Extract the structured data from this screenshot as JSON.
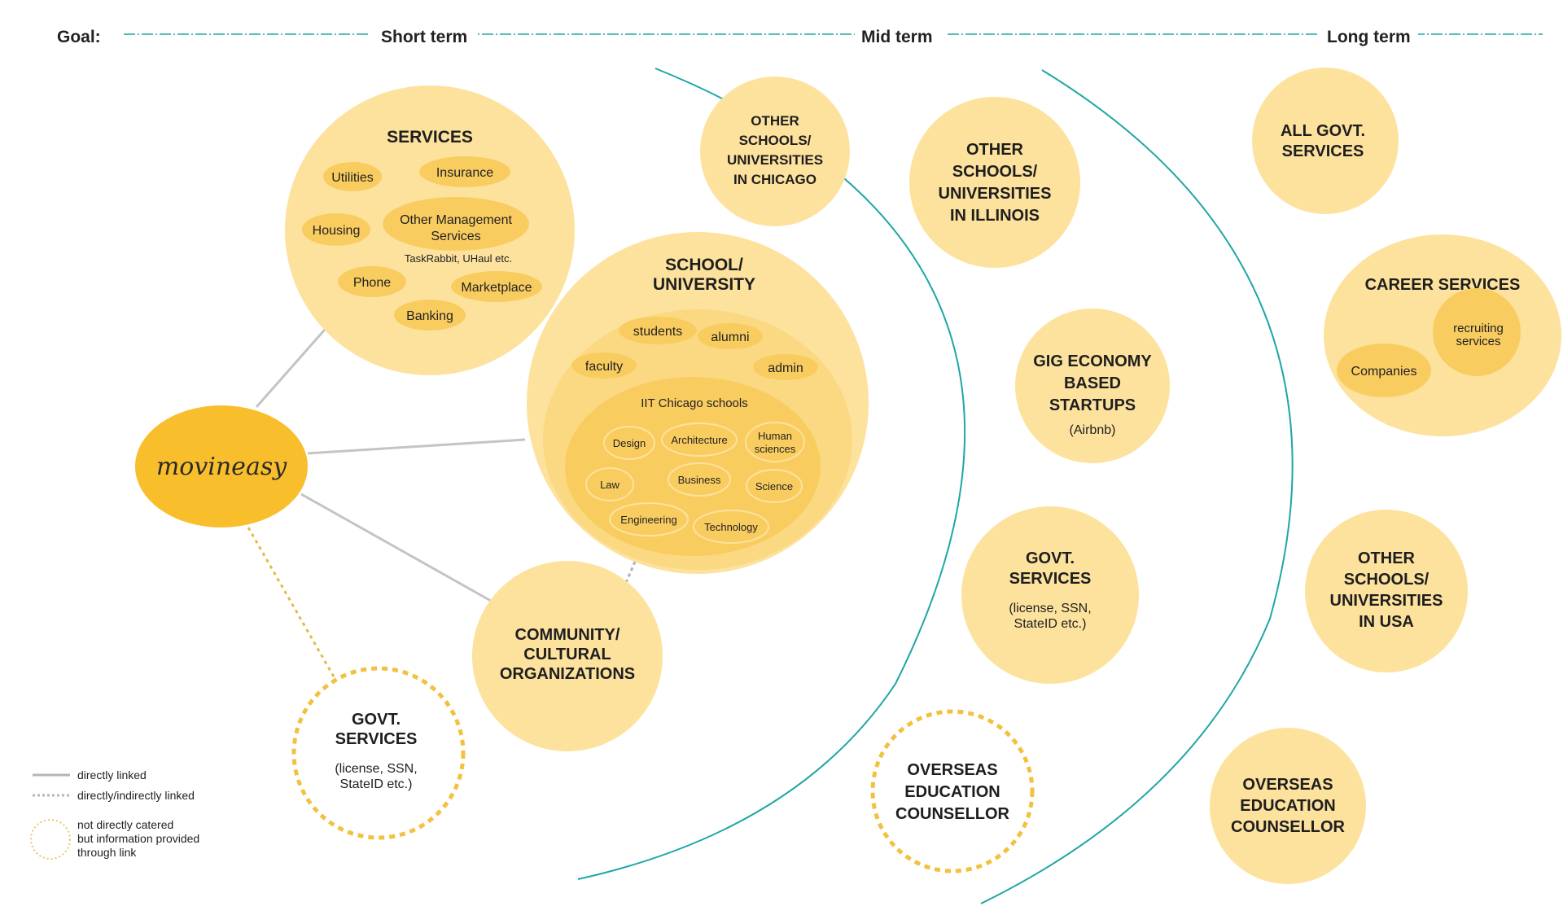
{
  "header": {
    "goal": "Goal:",
    "short_term": "Short term",
    "mid_term": "Mid term",
    "long_term": "Long term"
  },
  "colors": {
    "bubble": "#fde29e",
    "bubble_dark": "#fbd882",
    "chip": "#f9cc60",
    "core": "#f8be2c",
    "timeline": "#1fa6a6",
    "connector": "#c4c4c4",
    "dashed_outline": "#f2c13f"
  },
  "center": {
    "brand": "movineasy"
  },
  "services": {
    "title": "SERVICES",
    "chips": [
      "Utilities",
      "Insurance",
      "Housing",
      "Other Management",
      "Services",
      "Phone",
      "Marketplace",
      "Banking"
    ],
    "note": "TaskRabbit, UHaul etc."
  },
  "school": {
    "title_l1": "SCHOOL/",
    "title_l2": "UNIVERSITY",
    "chips": [
      "students",
      "alumni",
      "faculty",
      "admin"
    ],
    "iit_title": "IIT Chicago schools",
    "iit_chips": [
      "Design",
      "Architecture",
      "Human",
      "sciences",
      "Law",
      "Business",
      "Science",
      "Engineering",
      "Technology"
    ]
  },
  "community": {
    "l1": "COMMUNITY/",
    "l2": "CULTURAL",
    "l3": "ORGANIZATIONS"
  },
  "govt_short": {
    "l1": "GOVT.",
    "l2": "SERVICES",
    "s1": "(license, SSN,",
    "s2": "StateID etc.)"
  },
  "schools_chicago": {
    "l1": "OTHER",
    "l2": "SCHOOLS/",
    "l3": "UNIVERSITIES",
    "l4": "IN CHICAGO"
  },
  "schools_illinois": {
    "l1": "OTHER",
    "l2": "SCHOOLS/",
    "l3": "UNIVERSITIES",
    "l4": "IN ILLINOIS"
  },
  "gig": {
    "l1": "GIG ECONOMY",
    "l2": "BASED",
    "l3": "STARTUPS",
    "s1": "(Airbnb)"
  },
  "govt_mid": {
    "l1": "GOVT.",
    "l2": "SERVICES",
    "s1": "(license, SSN,",
    "s2": "StateID etc.)"
  },
  "overseas_mid": {
    "l1": "OVERSEAS",
    "l2": "EDUCATION",
    "l3": "COUNSELLOR"
  },
  "all_govt": {
    "l1": "ALL GOVT.",
    "l2": "SERVICES"
  },
  "career": {
    "title": "CAREER SERVICES",
    "c1": "recruiting",
    "c2": "services",
    "c3": "Companies"
  },
  "schools_usa": {
    "l1": "OTHER",
    "l2": "SCHOOLS/",
    "l3": "UNIVERSITIES",
    "l4": "IN USA"
  },
  "overseas_long": {
    "l1": "OVERSEAS",
    "l2": "EDUCATION",
    "l3": "COUNSELLOR"
  },
  "legend": {
    "solid": "directly linked",
    "dotted": "directly/indirectly linked",
    "circle_l1": "not directly catered",
    "circle_l2": "but information provided",
    "circle_l3": "through link"
  }
}
